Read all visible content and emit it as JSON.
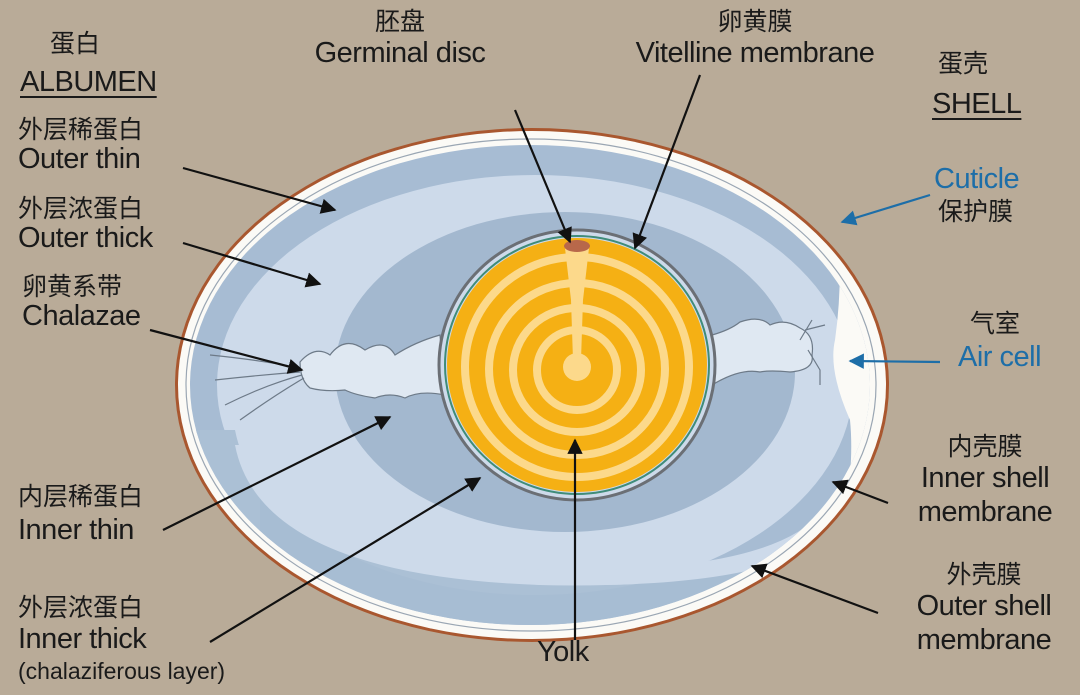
{
  "title": "Egg structure diagram",
  "colors": {
    "background": "#b9ab98",
    "albumen_light": "#cddaea",
    "albumen_dark": "#a3b8cf",
    "yolk_dark": "#f5b014",
    "yolk_light": "#fcd98b",
    "shell": "#ffffff",
    "cuticle": "#a9572f",
    "accent_blue": "#1d6ea8"
  },
  "labels": {
    "albumen": {
      "cn": "蛋白",
      "en": "ALBUMEN"
    },
    "shell": {
      "cn": "蛋壳",
      "en": "SHELL"
    },
    "germinal_disc": {
      "cn": "胚盘",
      "en": "Germinal disc"
    },
    "vitelline": {
      "cn": "卵黄膜",
      "en": "Vitelline membrane"
    },
    "outer_thin": {
      "cn": "外层稀蛋白",
      "en": "Outer thin"
    },
    "outer_thick": {
      "cn": "外层浓蛋白",
      "en": "Outer thick"
    },
    "chalazae": {
      "cn": "卵黄系带",
      "en": "Chalazae"
    },
    "inner_thin": {
      "cn": "内层稀蛋白",
      "en": "Inner thin"
    },
    "inner_thick": {
      "cn": "外层浓蛋白",
      "en": "Inner thick",
      "note": "(chalaziferous layer)"
    },
    "yolk": {
      "en": "Yolk"
    },
    "cuticle": {
      "cn": "保护膜",
      "en": "Cuticle"
    },
    "air_cell": {
      "cn": "气室",
      "en": "Air cell"
    },
    "inner_shell": {
      "cn": "内壳膜",
      "en1": "Inner shell",
      "en2": "membrane"
    },
    "outer_shell": {
      "cn": "外壳膜",
      "en1": "Outer shell",
      "en2": "membrane"
    }
  }
}
